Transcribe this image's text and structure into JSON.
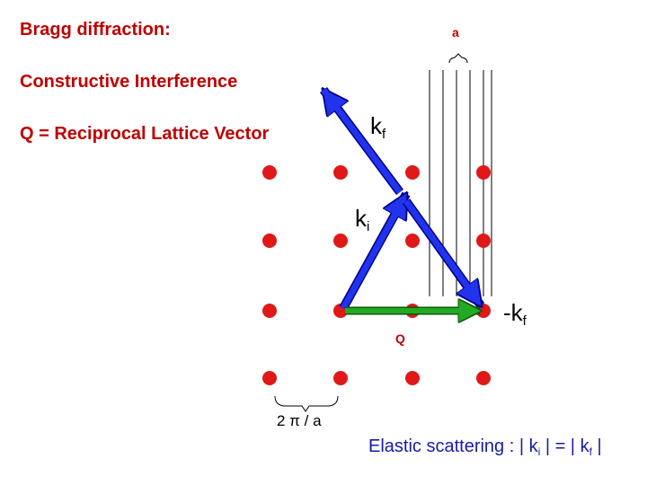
{
  "text": {
    "title": "Bragg diffraction:",
    "constructive": "Constructive Interference",
    "q_definition": "Q = Reciprocal Lattice Vector",
    "spacing_label": "a",
    "q_label": "Q",
    "period_label": "2 π / a",
    "elastic_prefix": "Elastic scattering : | k",
    "elastic_mid": " | = | k",
    "elastic_suffix": " |"
  },
  "vectors": {
    "kf": {
      "base": "k",
      "sub": "f"
    },
    "ki": {
      "base": "k",
      "sub": "i"
    },
    "minus_kf": {
      "base": "-k",
      "sub": "f"
    },
    "elastic_sub_i": "i",
    "elastic_sub_f": "f"
  },
  "colors": {
    "title_text": "#c00000",
    "lattice_point": "#e01818",
    "vector_blue": "#2233ee",
    "vector_blue_dark": "#000088",
    "vector_green": "#22aa22",
    "elastic_text": "#1a1aa8"
  },
  "lattice": {
    "rows": 4,
    "cols": 4
  }
}
